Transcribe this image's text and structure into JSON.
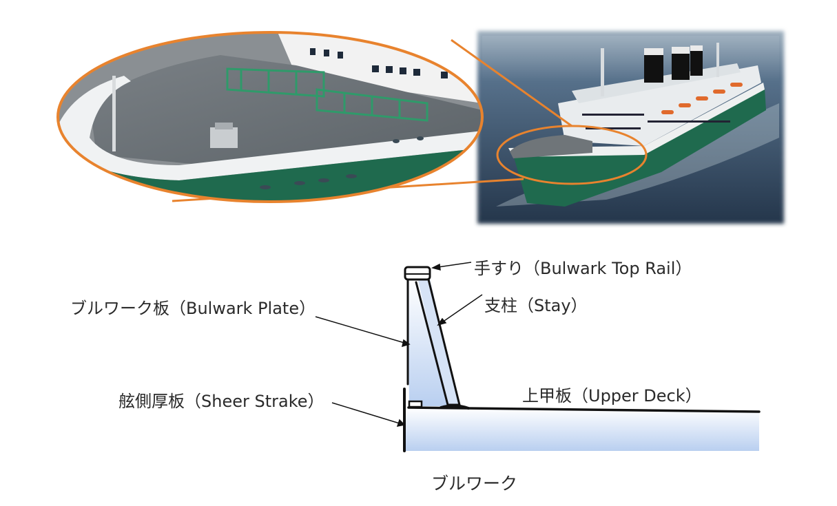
{
  "labels": {
    "top_rail": "手すり（Bulwark Top Rail）",
    "stay": "支柱（Stay）",
    "bulwark_plate": "ブルワーク板（Bulwark Plate）",
    "sheer_strake": "舷側厚板（Sheer Strake）",
    "upper_deck": "上甲板（Upper Deck）"
  },
  "caption": "ブルワーク",
  "colors": {
    "highlight_outline": "#e8832e",
    "hull_green": "#1f6a4e",
    "hull_white": "#eef0f0",
    "deck_gray": "#6f7579",
    "sea": "#3d5166",
    "section_fill": "#c8d9f2",
    "line": "#111111"
  },
  "icons": {
    "photo": "cruise-ship-photo",
    "zoom": "zoomed-bow-inset"
  }
}
